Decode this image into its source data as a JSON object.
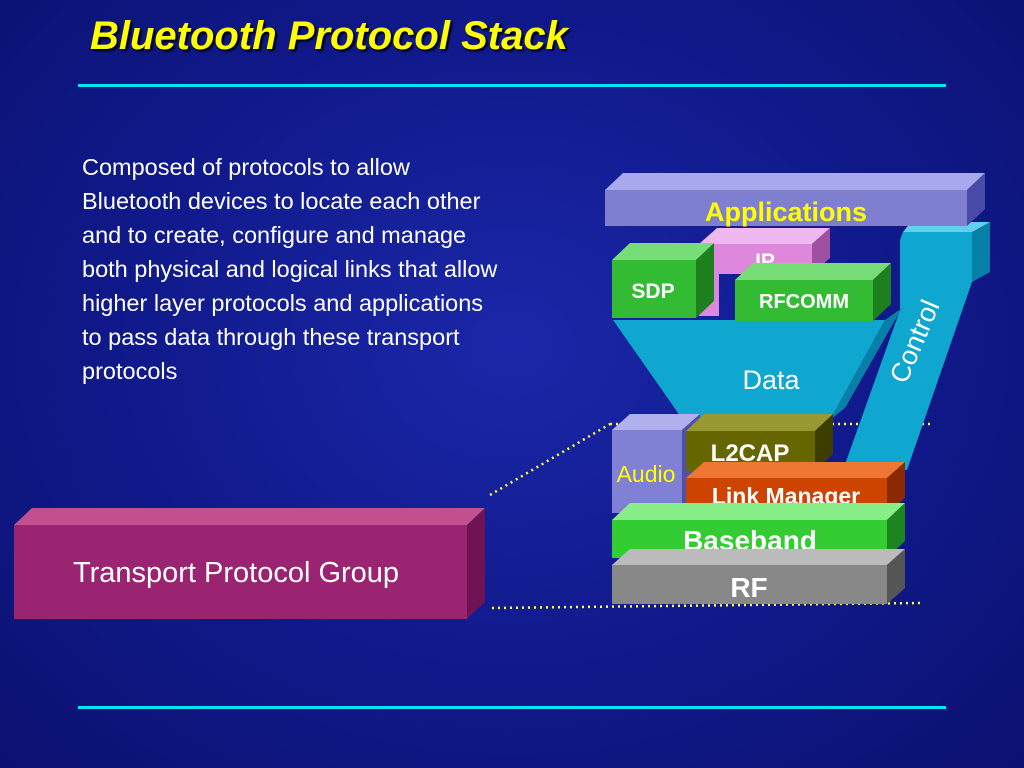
{
  "slide": {
    "title": "Bluetooth Protocol Stack",
    "description": "Composed of protocols to allow Bluetooth devices to locate each other and to create, configure and manage both physical and logical links that allow higher layer protocols and applications to pass data through these transport protocols"
  },
  "diagram": {
    "applications": "Applications",
    "ip": "IP",
    "sdp": "SDP",
    "rfcomm": "RFCOMM",
    "data": "Data",
    "control": "Control",
    "audio": "Audio",
    "l2cap": "L2CAP",
    "link_manager": "Link Manager",
    "baseband": "Baseband",
    "rf": "RF",
    "transport_group": "Transport Protocol Group"
  },
  "colors": {
    "title": "#ffff00",
    "rule": "#00e5ee",
    "applications": "#7f7fd0",
    "ip": "#dd88dd",
    "sdp_rfcomm": "#33bb33",
    "data_control": "#0fa6d0",
    "audio": "#8080d4",
    "l2cap": "#666600",
    "link_manager": "#cc4400",
    "baseband": "#33cc33",
    "rf": "#888888",
    "transport_group": "#9b2472"
  }
}
